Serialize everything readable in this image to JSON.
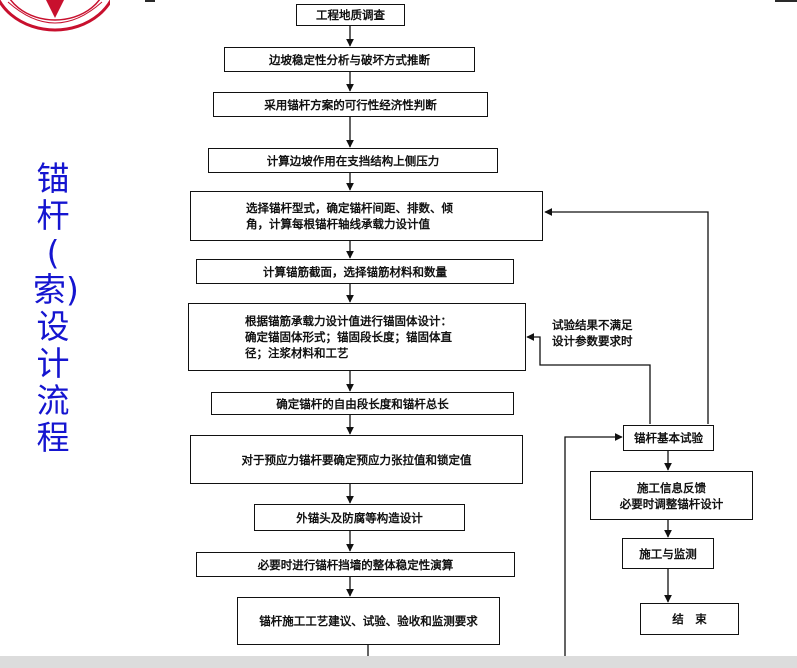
{
  "side_title": [
    "锚",
    "杆",
    "(",
    "索)",
    "设",
    "计",
    "流",
    "程"
  ],
  "flow_steps": [
    [
      "工程地质调查"
    ],
    [
      "边坡稳定性分析与破坏方式推断"
    ],
    [
      "采用锚杆方案的可行性经济性判断"
    ],
    [
      "计算边坡作用在支挡结构上侧压力"
    ],
    [
      "选择锚杆型式，确定锚杆间距、排数、倾",
      "角，计算每根锚杆轴线承载力设计值"
    ],
    [
      "计算锚筋截面，选择锚筋材料和数量"
    ],
    [
      "根据锚筋承载力设计值进行锚固体设计：",
      "确定锚固体形式；锚固段长度；锚固体直",
      "径；注浆材料和工艺"
    ],
    [
      "确定锚杆的自由段长度和锚杆总长"
    ],
    [
      "对于预应力锚杆要确定预应力张拉值和锁定值"
    ],
    [
      "外锚头及防腐等构造设计"
    ],
    [
      "必要时进行锚杆挡墙的整体稳定性演算"
    ],
    [
      "锚杆施工工艺建议、试验、验收和监测要求"
    ]
  ],
  "right_steps": [
    [
      "锚杆基本试验"
    ],
    [
      "施工信息反馈",
      "必要时调整锚杆设计"
    ],
    [
      "施工与监测"
    ],
    [
      "结　束"
    ]
  ],
  "feedback_note": [
    "试验结果不满足",
    "设计参数要求时"
  ]
}
